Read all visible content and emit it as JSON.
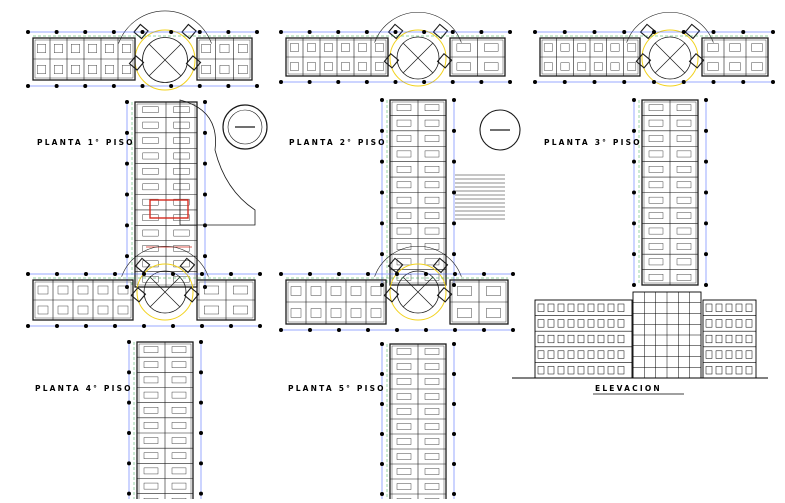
{
  "drawing": {
    "labels": {
      "floor1": "PLANTA 1° PISO",
      "floor2": "PLANTA 2° PISO",
      "floor3": "PLANTA 3° PISO",
      "floor4": "PLANTA 4° PISO",
      "floor5": "PLANTA 5° PISO",
      "elevation": "ELEVACION"
    },
    "colors": {
      "wall": "#1a1a1a",
      "grid_blue": "#3355ff",
      "dim_green": "#2fa84f",
      "arc_yellow": "#f2d21c",
      "furniture_red": "#d42a1f",
      "background": "#ffffff"
    }
  }
}
